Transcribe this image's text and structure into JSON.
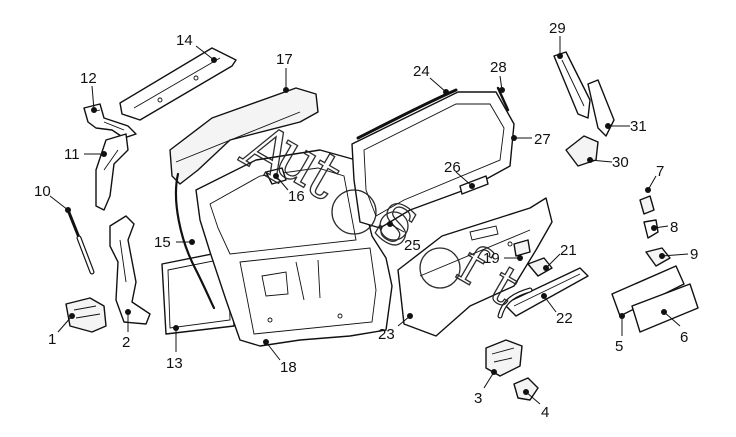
{
  "watermark": {
    "chars": [
      "A",
      "u",
      "t",
      "o",
      "S",
      "o",
      "f",
      "t"
    ]
  },
  "callouts": [
    {
      "id": "1",
      "label": "1"
    },
    {
      "id": "2",
      "label": "2"
    },
    {
      "id": "3",
      "label": "3"
    },
    {
      "id": "4",
      "label": "4"
    },
    {
      "id": "5",
      "label": "5"
    },
    {
      "id": "6",
      "label": "6"
    },
    {
      "id": "7",
      "label": "7"
    },
    {
      "id": "8",
      "label": "8"
    },
    {
      "id": "9",
      "label": "9"
    },
    {
      "id": "10",
      "label": "10"
    },
    {
      "id": "11",
      "label": "11"
    },
    {
      "id": "12",
      "label": "12"
    },
    {
      "id": "13",
      "label": "13"
    },
    {
      "id": "14",
      "label": "14"
    },
    {
      "id": "15",
      "label": "15"
    },
    {
      "id": "16",
      "label": "16"
    },
    {
      "id": "17",
      "label": "17"
    },
    {
      "id": "18",
      "label": "18"
    },
    {
      "id": "19",
      "label": "19"
    },
    {
      "id": "21",
      "label": "21"
    },
    {
      "id": "22",
      "label": "22"
    },
    {
      "id": "23",
      "label": "23"
    },
    {
      "id": "24",
      "label": "24"
    },
    {
      "id": "25",
      "label": "25"
    },
    {
      "id": "26",
      "label": "26"
    },
    {
      "id": "27",
      "label": "27"
    },
    {
      "id": "28",
      "label": "28"
    },
    {
      "id": "29",
      "label": "29"
    },
    {
      "id": "30",
      "label": "30"
    },
    {
      "id": "31",
      "label": "31"
    }
  ]
}
